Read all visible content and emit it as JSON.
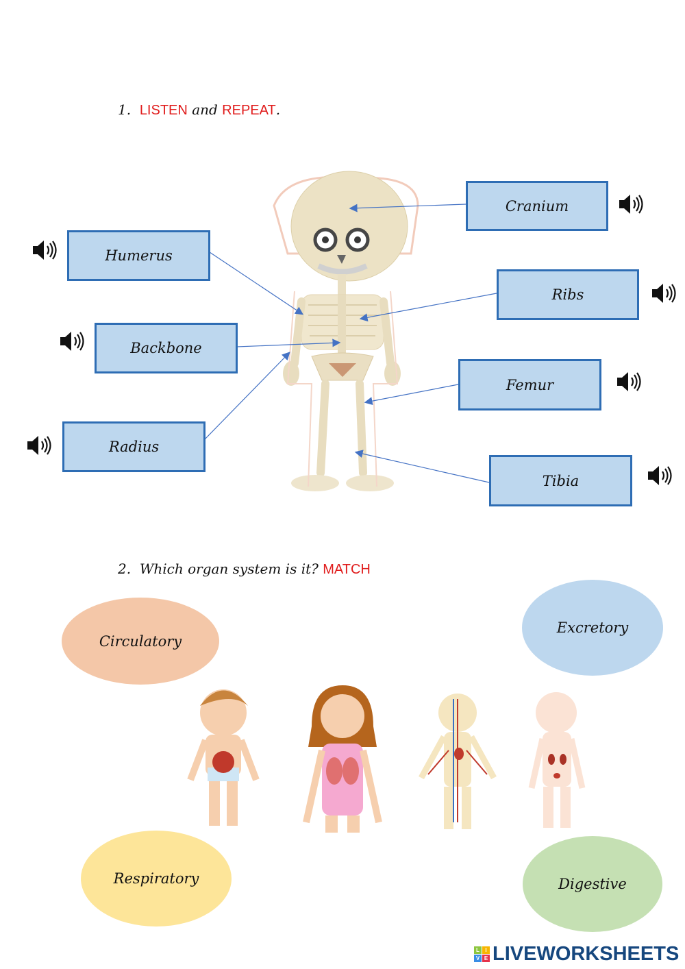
{
  "exercise1": {
    "number": "1.",
    "word1": "LISTEN",
    "and": "and",
    "word2": "REPEAT",
    "period": "."
  },
  "labels": {
    "cranium": "Cranium",
    "humerus": "Humerus",
    "ribs": "Ribs",
    "backbone": "Backbone",
    "femur": "Femur",
    "radius": "Radius",
    "tibia": "Tibia"
  },
  "exercise2": {
    "number": "2.",
    "question": "Which organ system is it?",
    "instruction": "MATCH"
  },
  "systems": {
    "circulatory": "Circulatory",
    "excretory": "Excretory",
    "respiratory": "Respiratory",
    "digestive": "Digestive"
  },
  "colors": {
    "box": "#bdd7ee",
    "border": "#2e6db4",
    "circulatory": "#f4c7a8",
    "excretory": "#bdd7ee",
    "respiratory": "#fde599",
    "digestive": "#c5e0b3"
  },
  "logo": {
    "text": "LIVEWORKSHEETS",
    "tiles": [
      "L",
      "I",
      "V",
      "E"
    ]
  }
}
